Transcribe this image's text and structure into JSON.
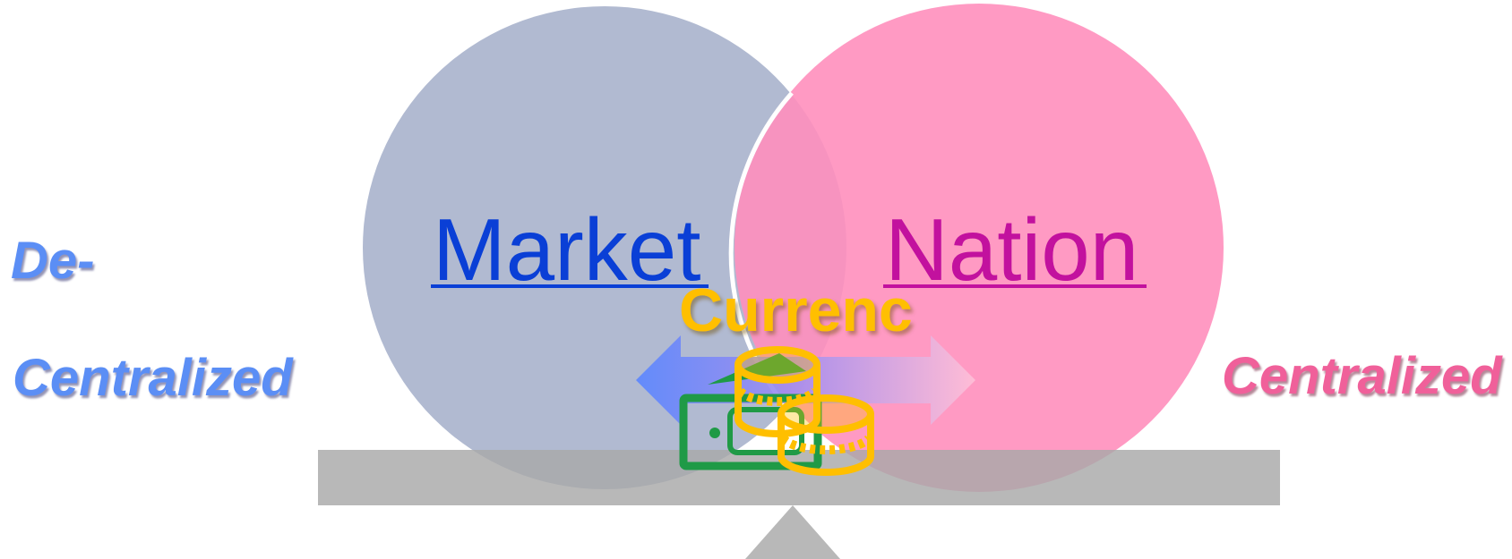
{
  "labels": {
    "left_line1": "De-",
    "left_line2": "Centralized",
    "right": "Centralized"
  },
  "circles": {
    "left": {
      "label": "Market",
      "fill": "#b1bad1",
      "text_color": "#0a3fd6"
    },
    "right": {
      "label": "Nation",
      "fill": "#ff8fbd",
      "text_color": "#c2119e"
    }
  },
  "center": {
    "label": "Currenc",
    "text_color": "#ffbf00"
  },
  "arrows": {
    "left_color": "#5a86ff",
    "right_color": "#ffb3cf"
  },
  "scale": {
    "beam_color": "#b8b8b8",
    "fulcrum_color": "#b8b8b8"
  },
  "icons": {
    "banknote": "banknote-icon",
    "coins": "coins-stack-icon",
    "arrows": "double-arrow-icon"
  },
  "colors": {
    "banknote_green": "#1f9a46",
    "coin_gold": "#ffbf00"
  }
}
